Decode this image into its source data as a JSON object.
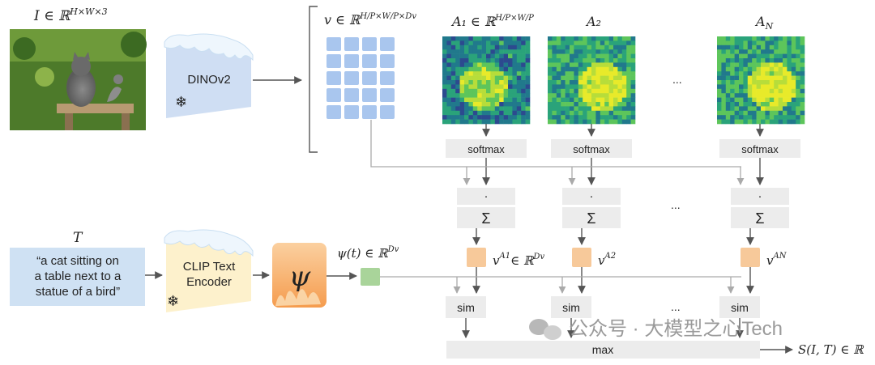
{
  "image_label": "I ∈ ℝ",
  "image_label_sup": "H×W×3",
  "image_alt": "cat-photo",
  "encoder_image": "DINOv2",
  "features_label": "v ∈ ℝ",
  "features_label_sup": "H/P×W/P×Dv",
  "features_grid": {
    "rows": 5,
    "cols": 4
  },
  "attention_maps": [
    {
      "label": "A₁ ∈ ℝ",
      "sup": "H/P×W/P"
    },
    {
      "label": "A₂",
      "sup": ""
    },
    {
      "label": "A",
      "sup": "",
      "sub": "N"
    }
  ],
  "softmax_label": "softmax",
  "dot_label": "·",
  "sum_label": "Σ",
  "ellipsis": "...",
  "text_label": "T",
  "text_input_lines": [
    "“a cat sitting on",
    "a table next to a",
    "statue of a bird”"
  ],
  "encoder_text_lines": [
    "CLIP Text",
    "Encoder"
  ],
  "psi_symbol": "ψ",
  "psi_out_label": "ψ(t) ∈ ℝ",
  "psi_out_sup": "Dv",
  "pooled_labels": [
    {
      "base": "v",
      "sup": "A1",
      "suffix": "∈ ℝ",
      "suffix_sup": "Dv"
    },
    {
      "base": "v",
      "sup": "A2",
      "suffix": "",
      "suffix_sup": ""
    },
    {
      "base": "v",
      "sup": "AN",
      "suffix": "",
      "suffix_sup": ""
    }
  ],
  "sim_label": "sim",
  "max_label": "max",
  "output_label": "S(I, T) ∈ ℝ",
  "watermark": "公众号 · 大模型之心Tech",
  "colors": {
    "grid_cell": "#a9c6ee",
    "grey_box": "#ececec",
    "pooled": "#f7c99a",
    "psi_box": "#f7b77a",
    "text_vec": "#a9d49a",
    "text_input": "#cfe1f3",
    "encoder_img": "#cfdef3",
    "encoder_txt": "#fdf1cc",
    "snow": "#eef6fd",
    "arrow": "#555555",
    "arrow_light": "#aaaaaa"
  }
}
